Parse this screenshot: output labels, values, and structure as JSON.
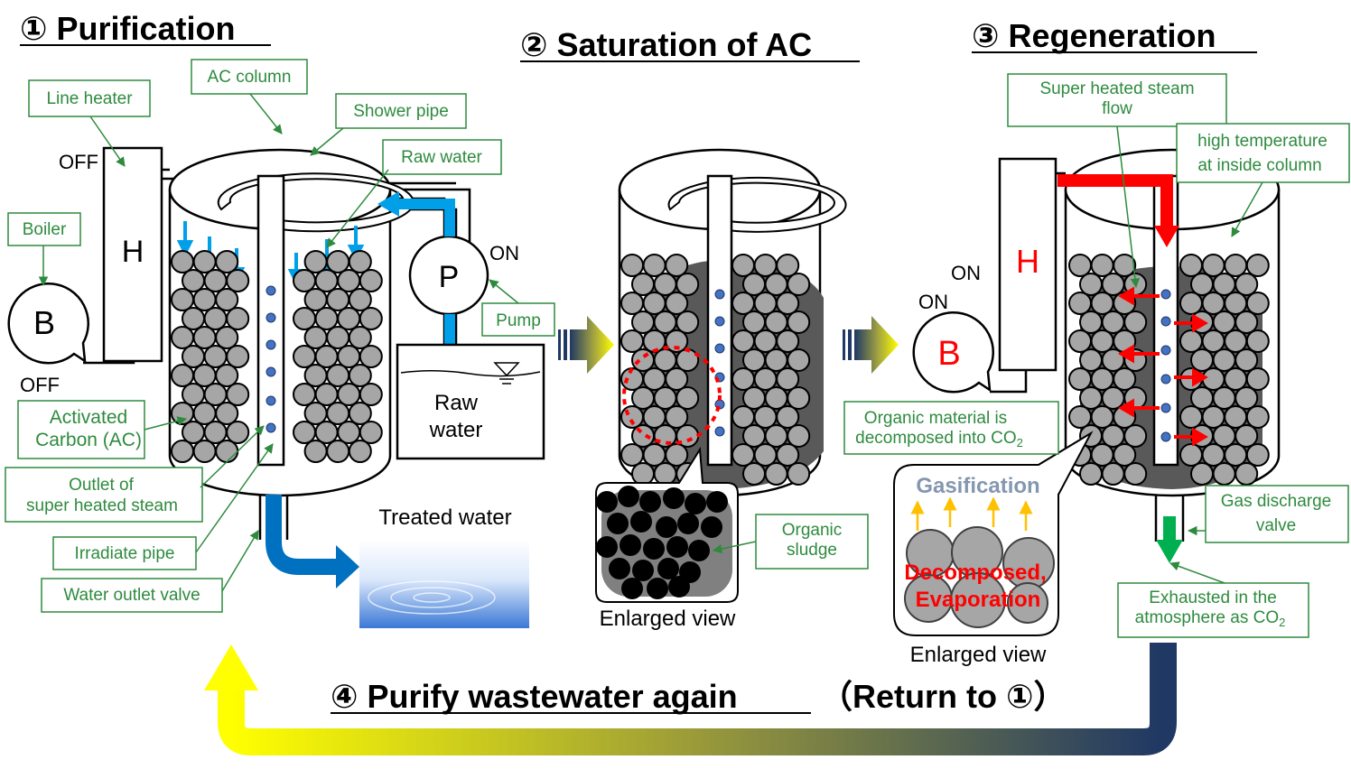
{
  "titles": {
    "purification": "① Purification",
    "saturation": "② Saturation of AC",
    "regeneration": "③ Regeneration",
    "return_part1": "④ Purify wastewater again",
    "return_part2": "（Return to ①）"
  },
  "labels": {
    "line_heater": "Line heater",
    "ac_column": "AC column",
    "shower_pipe": "Shower pipe",
    "raw_water": "Raw water",
    "boiler": "Boiler",
    "pump": "Pump",
    "activated_carbon_1": "Activated",
    "activated_carbon_2": "Carbon (AC)",
    "outlet_steam_1": "Outlet of",
    "outlet_steam_2": "super heated steam",
    "irradiate_pipe": "Irradiate pipe",
    "water_outlet_valve": "Water outlet valve",
    "organic_sludge_1": "Organic",
    "organic_sludge_2": "sludge",
    "steam_flow_1": "Super heated steam",
    "steam_flow_2": "flow",
    "high_temp_1": "high temperature",
    "high_temp_2": "at inside column",
    "organic_decomposed_1": "Organic material is",
    "organic_decomposed_2": "decomposed into CO",
    "co2_sub": "2",
    "gas_discharge_1": "Gas discharge",
    "gas_discharge_2": "valve",
    "exhausted_1": "Exhausted in the",
    "exhausted_2": "atmosphere as CO",
    "exhausted_sub": "2"
  },
  "states": {
    "heater_1": "OFF",
    "boiler_1": "OFF",
    "pump": "ON",
    "heater_3": "ON",
    "boiler_3": "ON"
  },
  "symbols": {
    "heater": "H",
    "boiler": "B",
    "pump": "P"
  },
  "misc": {
    "raw_water_tank_1": "Raw",
    "raw_water_tank_2": "water",
    "treated_water": "Treated water",
    "enlarged_view": "Enlarged view",
    "gasification": "Gasification",
    "decomposed": "Decomposed,",
    "evaporation": "Evaporation"
  },
  "colors": {
    "label_text": "#2e8b3e",
    "label_border": "#2e8b3e",
    "water_blue": "#00a0e9",
    "treated_blue": "#0070c0",
    "steam_red": "#ff0000",
    "exhaust_green": "#00b050",
    "ac_grey": "#a6a6a6",
    "sludge_grey": "#595959",
    "return_start": "#ffff00",
    "return_end": "#1f3864"
  }
}
